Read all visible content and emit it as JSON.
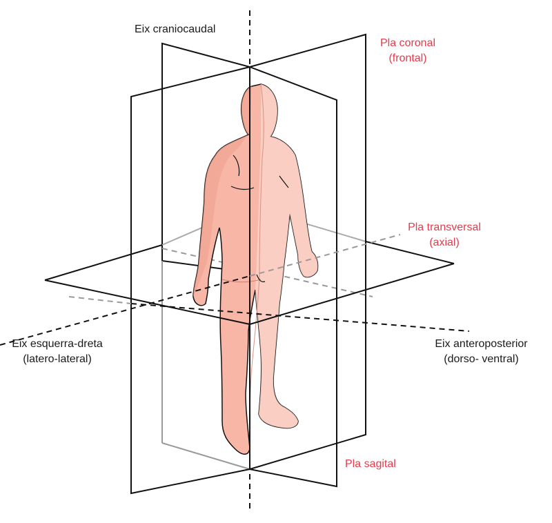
{
  "labels": {
    "craniocaudal": "Eix craniocaudal",
    "coronal_line1": "Pla coronal",
    "coronal_line2": "(frontal)",
    "transversal_line1": "Pla transversal",
    "transversal_line2": "(axial)",
    "left_right_line1": "Eix esquerra-dreta",
    "left_right_line2": "(latero-lateral)",
    "anteroposterior_line1": "Eix anteroposterior",
    "anteroposterior_line2": "(dorso- ventral)",
    "sagittal": "Pla sagital"
  },
  "colors": {
    "plane_label": "#e8394a",
    "axis_label": "#1a1a1a",
    "body_fill": "#f7b6a6",
    "body_shadow": "#f0a08e",
    "body_light": "#fbd2c8",
    "outline": "#111111"
  }
}
